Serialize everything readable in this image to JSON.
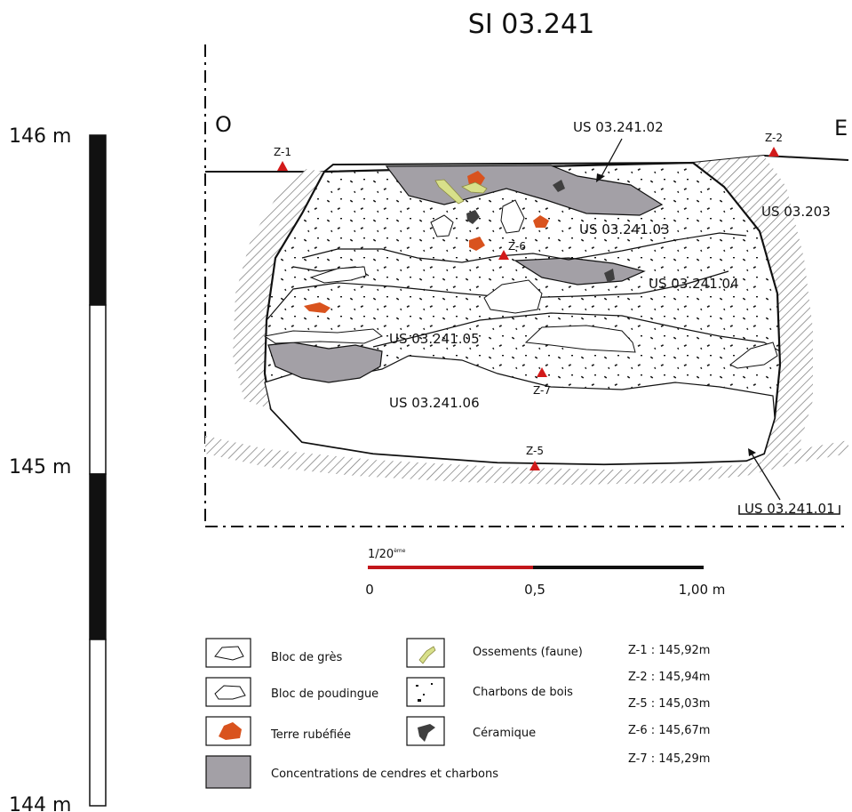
{
  "title": "SI 03.241",
  "orientation": {
    "west": "O",
    "east": "E"
  },
  "elevation_scale": {
    "top": "146 m",
    "mid": "145 m",
    "bottom": "144 m"
  },
  "layers": {
    "us_02": "US 03.241.02",
    "us_03": "US 03.241.03",
    "us_04": "US 03.241.04",
    "us_05": "US 03.241.05",
    "us_06": "US 03.241.06",
    "us_01": "US 03.241.01",
    "us_203": "US 03.203"
  },
  "points": {
    "z1": "Z-1",
    "z2": "Z-2",
    "z5": "Z-5",
    "z6": "Z-6",
    "z7": "Z-7"
  },
  "scale_bar": {
    "ratio": "1/20",
    "ratio_sup": "ème",
    "tick_0": "0",
    "tick_mid": "0,5",
    "tick_end": "1,00 m"
  },
  "legend": {
    "gres": "Bloc de grès",
    "poudingue": "Bloc de poudingue",
    "terre": "Terre  rubéfiée",
    "ossements": "Ossements (faune)",
    "charbons": "Charbons de bois",
    "ceramique": "Céramique",
    "cendres": "Concentrations de cendres et charbons"
  },
  "elevations": {
    "z1": "Z-1 : 145,92m",
    "z2": "Z-2 : 145,94m",
    "z5": "Z-5 : 145,03m",
    "z6": "Z-6 : 145,67m",
    "z7": "Z-7 : 145,29m"
  },
  "colors": {
    "ash": "#a3a0a6",
    "terre": "#d9531e",
    "bone": "#d8e08a",
    "ceramic": "#3f3f3f",
    "marker": "#d21a1a",
    "scale_red": "#c2161b"
  }
}
